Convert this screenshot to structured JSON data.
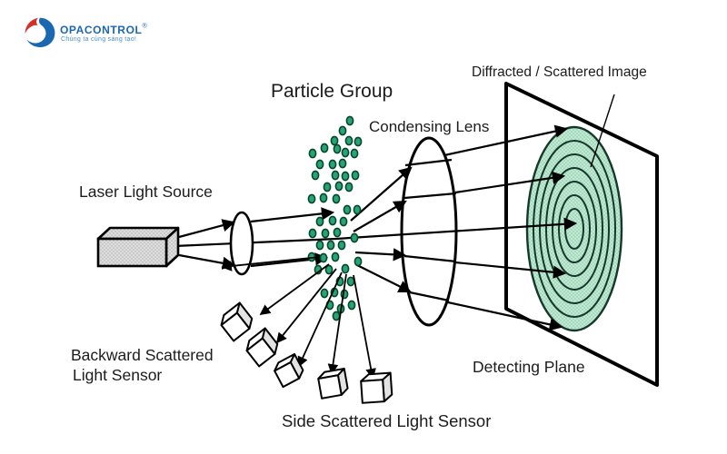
{
  "logo": {
    "brand": "OPACONTROL",
    "registered_mark": "®",
    "tagline": "Chúng ta cùng sáng tạo!",
    "brand_color": "#1a68b2",
    "tagline_color": "#4b8fd1",
    "icon_red": "#d2302b",
    "icon_blue": "#1a68b2"
  },
  "diagram": {
    "labels": {
      "particle_group": "Particle Group",
      "condensing_lens": "Condensing Lens",
      "diffracted_image": "Diffracted / Scattered Image",
      "laser_source": "Laser Light Source",
      "backward_sensor_line1": "Backward Scattered",
      "backward_sensor_line2": "Light Sensor",
      "side_sensor": "Side Scattered Light Sensor",
      "detecting_plane": "Detecting Plane"
    },
    "colors": {
      "line": "#000000",
      "particle_fill": "#29a376",
      "particle_stroke": "#05492d",
      "pattern_fill": "#b7e4cc",
      "pattern_ring": "#16382a",
      "laser_box_fill": "#dedede"
    }
  }
}
